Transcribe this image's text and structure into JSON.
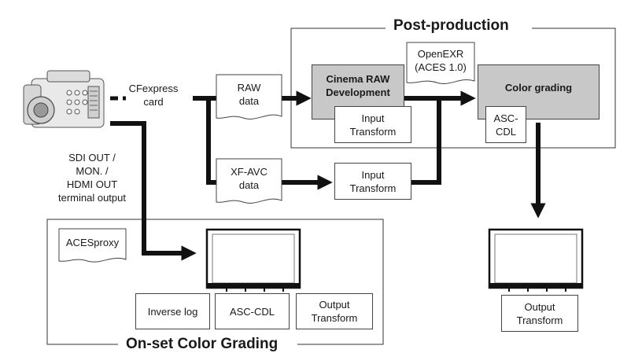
{
  "sections": {
    "post_production": "Post-production",
    "on_set": "On-set Color Grading"
  },
  "camera": {
    "media_label": "CFexpress\ncard",
    "output_label": "SDI OUT /\nMON. /\nHDMI OUT\nterminal output"
  },
  "documents": {
    "raw": "RAW\ndata",
    "xfavc": "XF-AVC\ndata",
    "openexr": "OpenEXR\n(ACES 1.0)",
    "acesproxy": "ACESproxy"
  },
  "boxes": {
    "cinema_raw": "Cinema RAW\nDevelopment",
    "input_transform_raw": "Input\nTransform",
    "input_transform_xfavc": "Input\nTransform",
    "color_grading": "Color grading",
    "asc_cdl_post": "ASC-\nCDL",
    "inverse_log": "Inverse log",
    "asc_cdl_onset": "ASC-CDL",
    "output_transform_onset": "Output\nTransform",
    "output_transform_post": "Output\nTransform"
  },
  "icons": {
    "camera": "cinema-camera-icon",
    "monitor_onset": "monitor-icon",
    "monitor_post": "monitor-icon"
  }
}
